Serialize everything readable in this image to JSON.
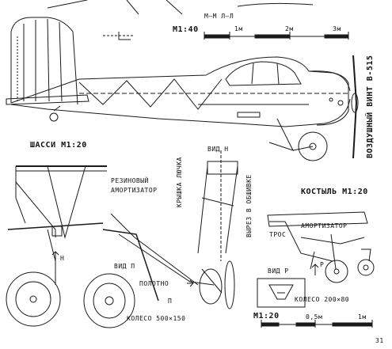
{
  "labels": {
    "section_mm_ll": "М–М Л–Л",
    "scale_top": "М1:40",
    "scale_top_1m": "1м",
    "scale_top_2m": "2м",
    "scale_top_3m": "3м",
    "propeller": "ВОЗДУШНЫЙ ВИНТ В-515",
    "landing_gear": "ШАССИ М1:20",
    "view_h": "ВИД Н",
    "hatch_cover": "КРЫШКА ЛЮЧКА",
    "skin_cutout": "ВЫРЕЗ В ОБШИВКЕ",
    "rubber_shock_1": "РЕЗИНОВЫЙ",
    "rubber_shock_2": "АМОРТИЗАТОР",
    "tailskid": "КОСТЫЛЬ М1:20",
    "shock_absorber": "АМОРТИЗАТОР",
    "cable": "ТРОС",
    "marker_h": "Н",
    "view_p": "ВИД П",
    "fabric": "ПОЛОТНО",
    "marker_p": "П",
    "view_r": "ВИД Р",
    "marker_r": "Р",
    "wheel_large": "КОЛЕСО 500×150",
    "wheel_small": "КОЛЕСО 200×80",
    "scale_bottom": "М1:20",
    "scale_bottom_half": "0,5м",
    "scale_bottom_1m": "1м",
    "page_number": "31"
  },
  "colors": {
    "ink": "#1a1a1a",
    "paper": "#ffffff"
  }
}
